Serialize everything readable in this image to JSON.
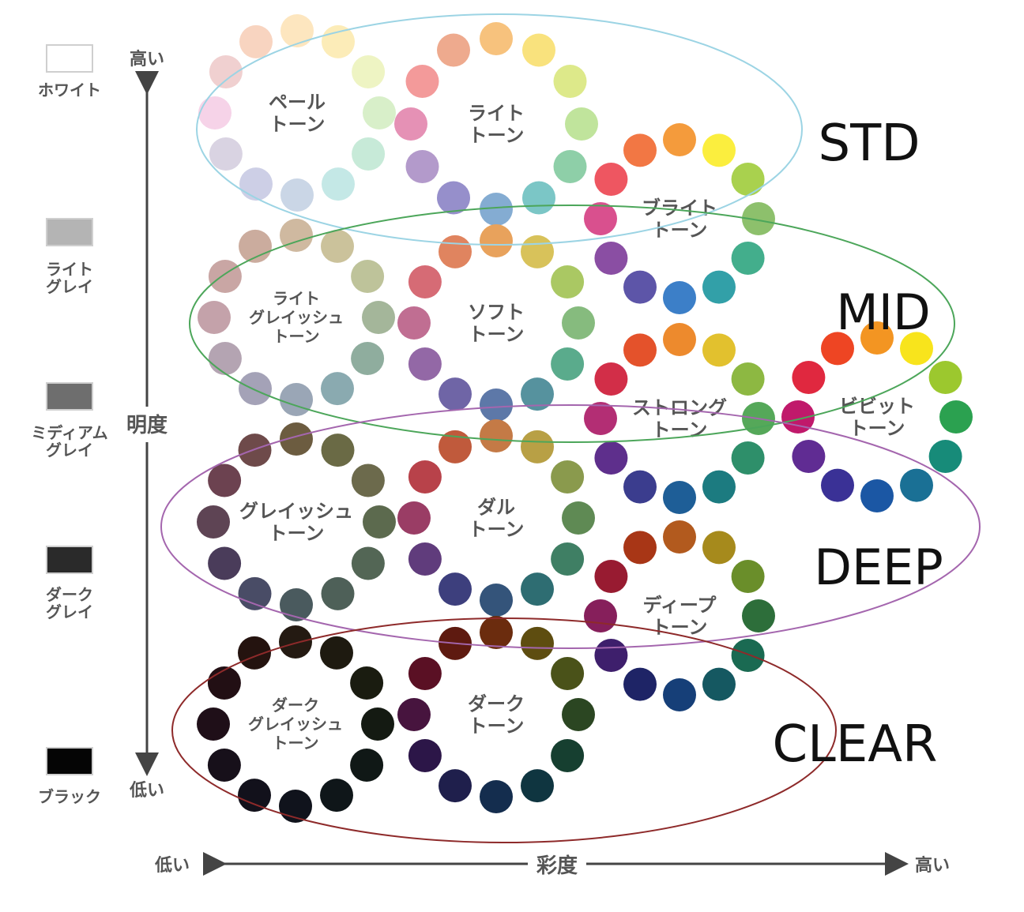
{
  "brightness_axis": {
    "label": "明度",
    "high": "高い",
    "low": "低い"
  },
  "saturation_axis": {
    "label": "彩度",
    "high": "高い",
    "low": "低い"
  },
  "gray_scale": [
    {
      "id": "white",
      "label_lines": [
        "ホワイト"
      ],
      "color": "#ffffff"
    },
    {
      "id": "light-gray",
      "label_lines": [
        "ライト",
        "グレイ"
      ],
      "color": "#b4b4b4"
    },
    {
      "id": "medium-gray",
      "label_lines": [
        "ミディアム",
        "グレイ"
      ],
      "color": "#6e6e6e"
    },
    {
      "id": "dark-gray",
      "label_lines": [
        "ダーク",
        "グレイ"
      ],
      "color": "#2a2a2a"
    },
    {
      "id": "black",
      "label_lines": [
        "ブラック"
      ],
      "color": "#050505"
    }
  ],
  "tones": [
    {
      "id": "pale",
      "label_lines": [
        "ペール",
        "トーン"
      ],
      "colors": [
        "#fde6bf",
        "#fcecb8",
        "#eef4c3",
        "#d8efc9",
        "#c7ead8",
        "#c4e8e6",
        "#cad6e6",
        "#cdcfe6",
        "#d9d3e2",
        "#f6d3e8",
        "#f0d0d0",
        "#f8d4c0"
      ]
    },
    {
      "id": "light",
      "label_lines": [
        "ライト",
        "トーン"
      ],
      "colors": [
        "#f7c27d",
        "#f9e27d",
        "#dde98a",
        "#c0e49c",
        "#8ecfa8",
        "#7bc6c6",
        "#84acd2",
        "#968fcb",
        "#b39acb",
        "#e591b5",
        "#f39a9a",
        "#eeaa8e"
      ]
    },
    {
      "id": "bright",
      "label_lines": [
        "ブライト",
        "トーン"
      ],
      "colors": [
        "#f49b3c",
        "#fbee3e",
        "#a9d14e",
        "#8dc06c",
        "#43ae8c",
        "#32a0a8",
        "#3c7fc8",
        "#5d55a8",
        "#8a4ea3",
        "#d9508e",
        "#ee5661",
        "#f27744"
      ]
    },
    {
      "id": "light-grayish",
      "label_lines": [
        "ライト",
        "グレイッシュ",
        "トーン"
      ],
      "colors": [
        "#cfb9a0",
        "#cbc29b",
        "#bec39a",
        "#a4b69a",
        "#8fad9e",
        "#8aaab0",
        "#9aa6b6",
        "#a4a2b7",
        "#b4a4b2",
        "#c4a2aa",
        "#c9a6a4",
        "#cbac9e"
      ]
    },
    {
      "id": "soft",
      "label_lines": [
        "ソフト",
        "トーン"
      ],
      "colors": [
        "#e8a25c",
        "#d8c25a",
        "#aac863",
        "#86bb7e",
        "#5aab8c",
        "#56929e",
        "#5d78a8",
        "#6f65a6",
        "#9368a6",
        "#c06e92",
        "#d66b75",
        "#e0845f"
      ]
    },
    {
      "id": "strong",
      "label_lines": [
        "ストロング",
        "トーン"
      ],
      "colors": [
        "#ed8a2d",
        "#e2c12e",
        "#8db842",
        "#55a859",
        "#2e8f6a",
        "#1c7b80",
        "#1e5e97",
        "#3b3d8e",
        "#5e2f8c",
        "#b32e74",
        "#d22e48",
        "#e4522b"
      ]
    },
    {
      "id": "vivid",
      "label_lines": [
        "ビビット",
        "トーン"
      ],
      "colors": [
        "#f39522",
        "#f8e41c",
        "#9cc82e",
        "#2ba150",
        "#178b79",
        "#1a7095",
        "#1b57a4",
        "#3a3196",
        "#602c93",
        "#c0196b",
        "#e0283f",
        "#ee4523"
      ]
    },
    {
      "id": "grayish",
      "label_lines": [
        "グレイッシュ",
        "トーン"
      ],
      "colors": [
        "#6c5c40",
        "#6a6a45",
        "#6c6a4c",
        "#5c6a4e",
        "#536655",
        "#4e6058",
        "#4a5a5e",
        "#494c66",
        "#4a3c5a",
        "#5e4454",
        "#6c4250",
        "#6e4a4a"
      ]
    },
    {
      "id": "dull",
      "label_lines": [
        "ダル",
        "トーン"
      ],
      "colors": [
        "#c47a46",
        "#b8a045",
        "#8a9a4d",
        "#5f8a54",
        "#3f7f64",
        "#2e6d72",
        "#34547a",
        "#3d3f7d",
        "#603c7c",
        "#9a3d65",
        "#b8424a",
        "#c05a3c"
      ]
    },
    {
      "id": "deep",
      "label_lines": [
        "ディープ",
        "トーン"
      ],
      "colors": [
        "#b25a1e",
        "#a68a1c",
        "#6a8e2a",
        "#2d6e3a",
        "#1a6a52",
        "#155861",
        "#163f78",
        "#1e2466",
        "#3e1f6c",
        "#861f5b",
        "#981b31",
        "#a83616"
      ]
    },
    {
      "id": "dark-grayish",
      "label_lines": [
        "ダーク",
        "グレイッシュ",
        "トーン"
      ],
      "colors": [
        "#241a12",
        "#1e1a10",
        "#1a1c10",
        "#141a12",
        "#101816",
        "#0f1619",
        "#10131c",
        "#12111b",
        "#17101a",
        "#1f0f18",
        "#220f14",
        "#24130f"
      ]
    },
    {
      "id": "dark",
      "label_lines": [
        "ダーク",
        "トーン"
      ],
      "colors": [
        "#6b2c0e",
        "#5e4d10",
        "#4a5219",
        "#2b4622",
        "#163f30",
        "#0f3540",
        "#142d4e",
        "#1f1f4c",
        "#2c1648",
        "#47143e",
        "#5a1024",
        "#5e1a10"
      ]
    }
  ],
  "groups": [
    {
      "id": "std",
      "label": "STD",
      "color": "#9cd4e4"
    },
    {
      "id": "mid",
      "label": "MID",
      "color": "#4ca65a"
    },
    {
      "id": "deep",
      "label": "DEEP",
      "color": "#a466ae"
    },
    {
      "id": "clear",
      "label": "CLEAR",
      "color": "#8e2a2a"
    }
  ]
}
